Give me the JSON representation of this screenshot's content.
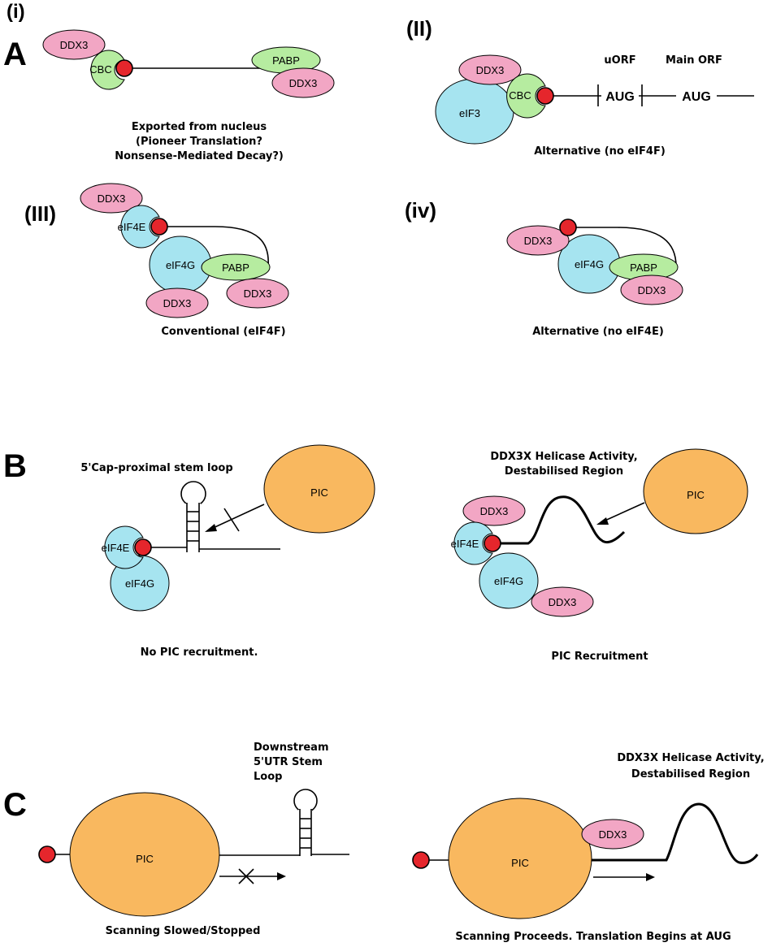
{
  "panel_labels": {
    "A": "A",
    "B": "B",
    "C": "C",
    "i": "(i)",
    "ii": "(II)",
    "iii": "(III)",
    "iv": "(iv)"
  },
  "proteins": {
    "ddx3": "DDX3",
    "cbc": "CBC",
    "pabp": "PABP",
    "eif3": "eIF3",
    "eif4e": "eIF4E",
    "eif4g": "eIF4G",
    "pic": "PIC"
  },
  "orf": {
    "uorf": "uORF",
    "main_orf": "Main ORF",
    "aug": "AUG"
  },
  "captions": {
    "i_line1": "Exported from nucleus",
    "i_line2": "(Pioneer Translation?",
    "i_line3": "Nonsense-Mediated Decay?)",
    "ii": "Alternative (no eIF4F)",
    "iii": "Conventional (eIF4F)",
    "iv": "Alternative (no eIF4E)",
    "b_left_stem": "5'Cap-proximal stem loop",
    "b_right_title1": "DDX3X Helicase Activity,",
    "b_right_title2": "Destabilised Region",
    "b_left_bottom": "No PIC recruitment.",
    "b_right_bottom": "PIC Recruitment",
    "c_stem1": "Downstream",
    "c_stem2": "5'UTR Stem",
    "c_stem3": "Loop",
    "c_right_title1": "DDX3X Helicase Activity,",
    "c_right_title2": "Destabilised Region",
    "c_left_bottom": "Scanning Slowed/Stopped",
    "c_right_bottom": "Scanning Proceeds. Translation Begins at AUG"
  },
  "colors": {
    "ddx3": "#f2a6c4",
    "cbc_pabp": "#b6eca0",
    "eif": "#a6e4f0",
    "pic": "#f9b85f",
    "cap": "#e5262c"
  }
}
